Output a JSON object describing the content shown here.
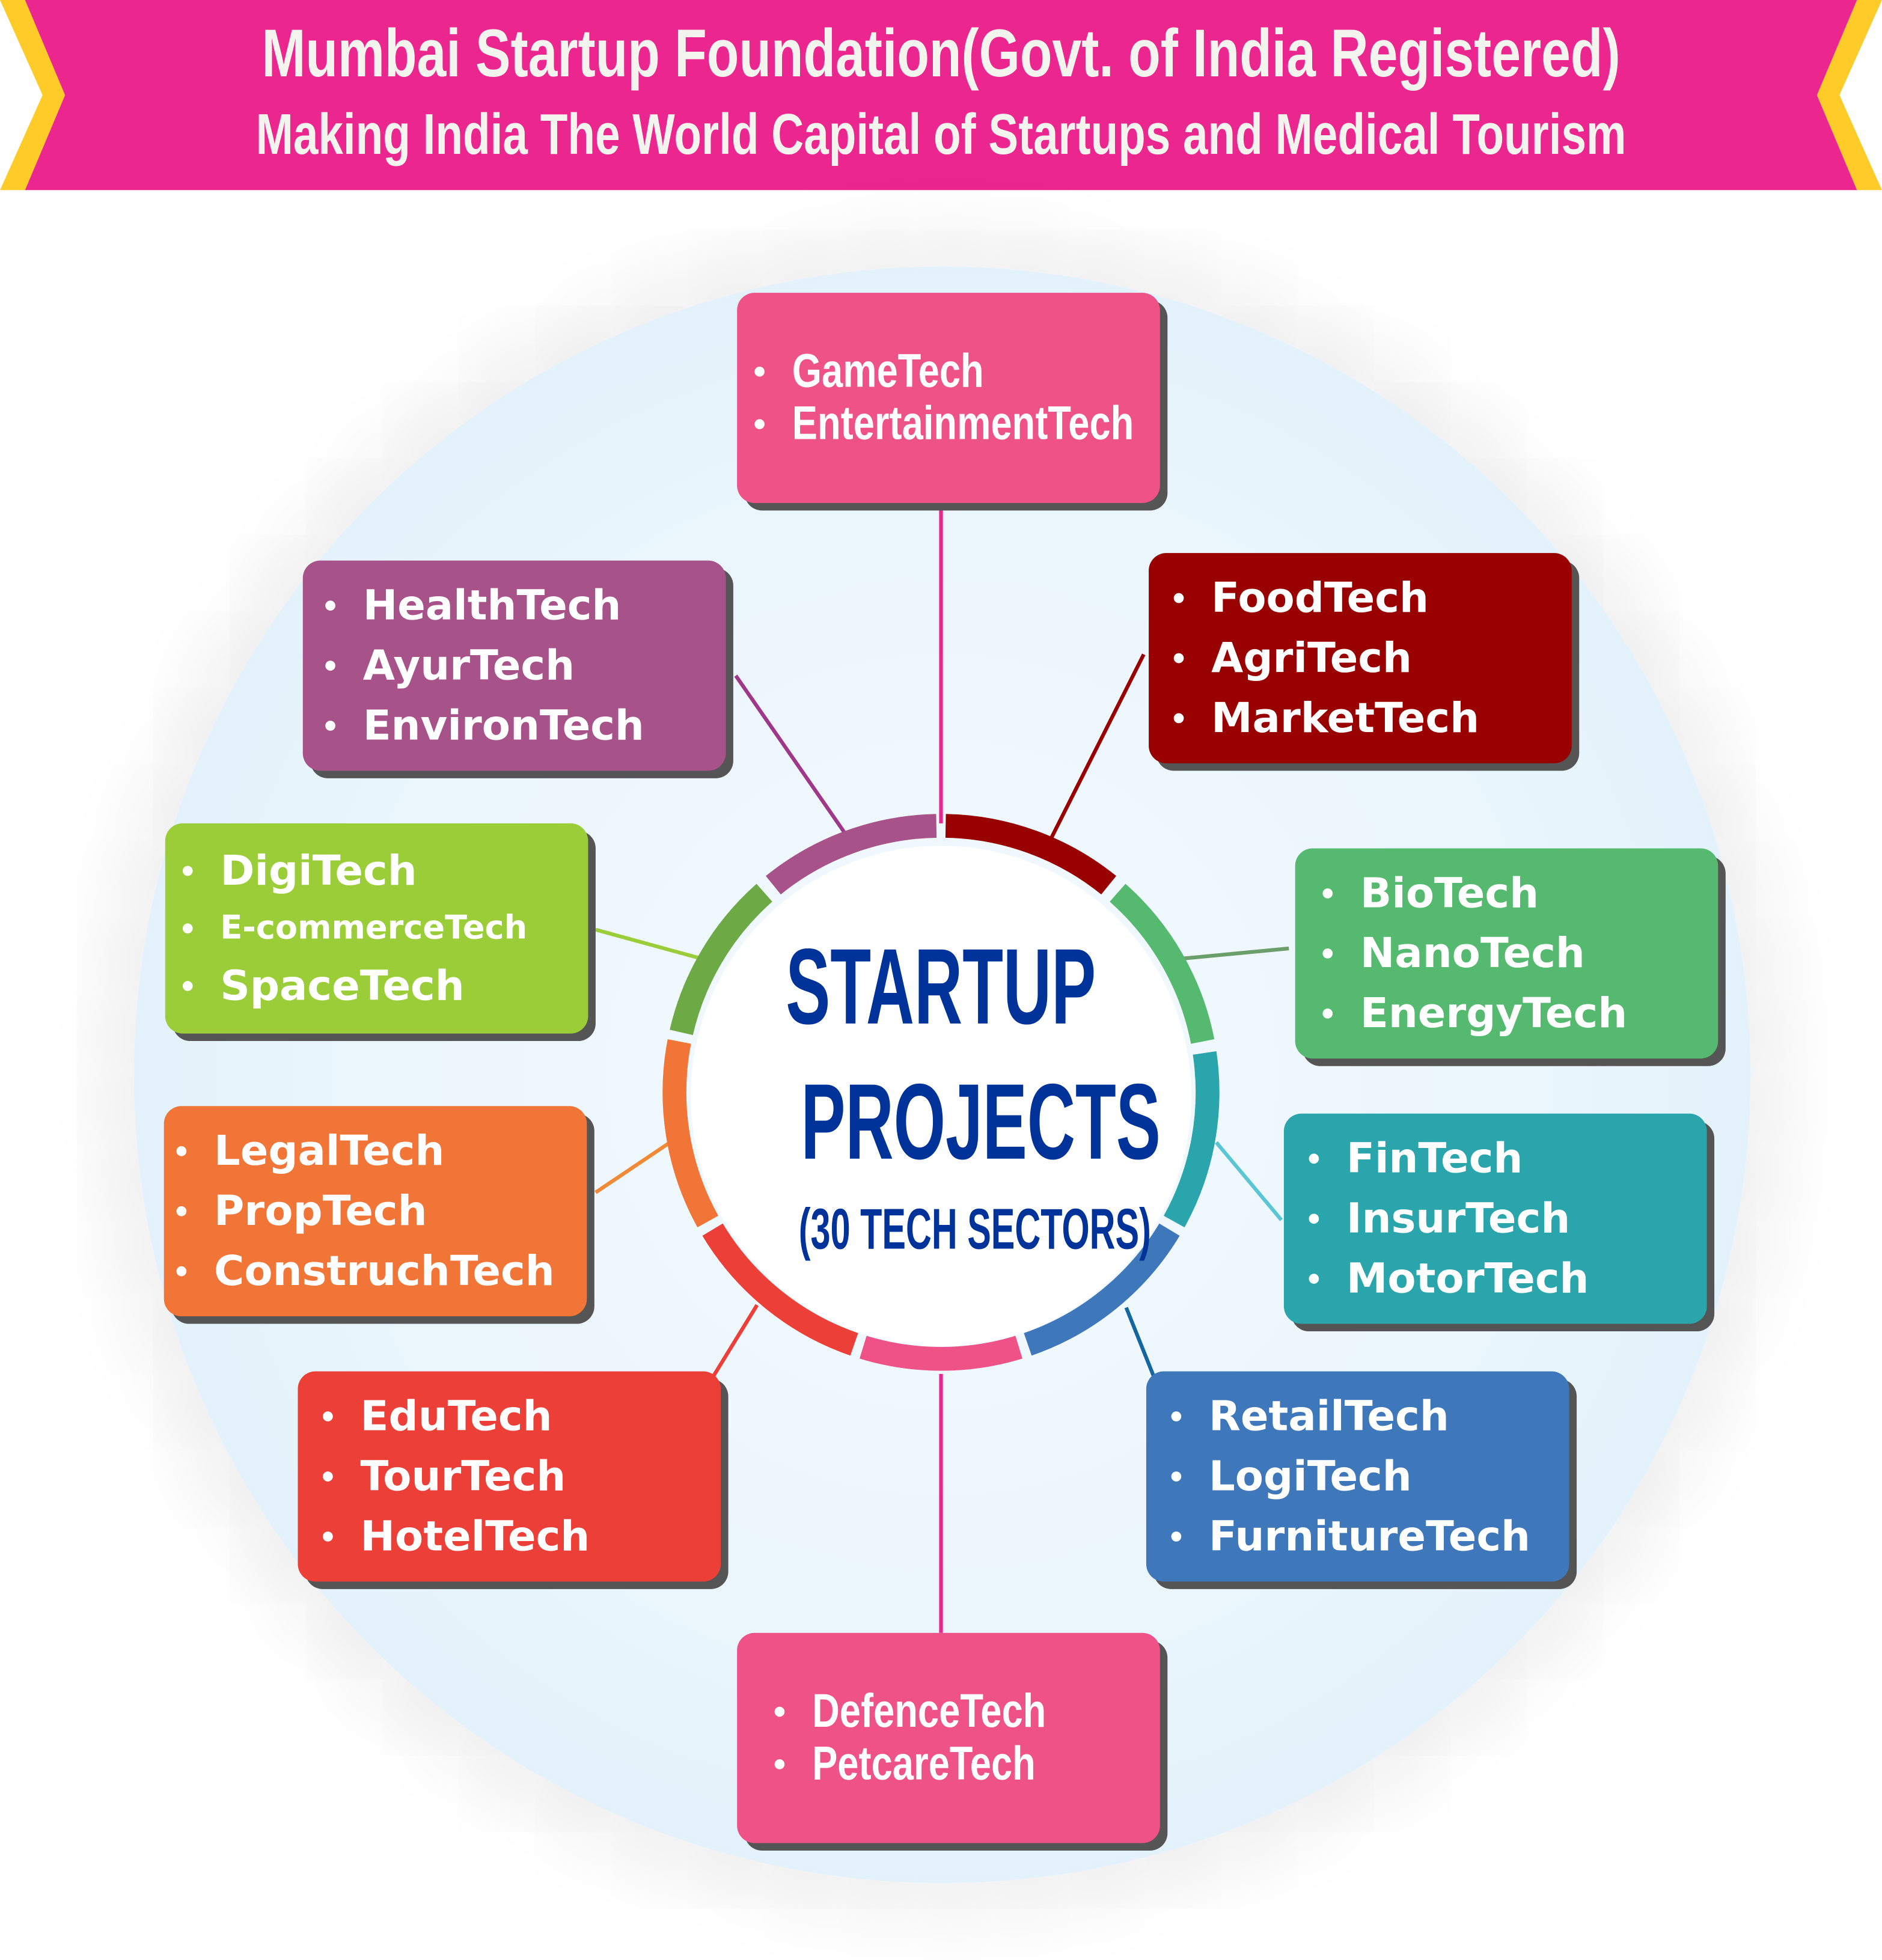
{
  "banner": {
    "title": "Mumbai Startup Foundation(Govt. of India Registered)",
    "subtitle": "Making India The World Capital  of Startups and Medical Tourism",
    "color": "#EC268F",
    "edge_color": "#FFCB29"
  },
  "center": {
    "line1": "STARTUP",
    "line2": "PROJECTS",
    "line3": "(30 TECH SECTORS)",
    "color": "#003399"
  },
  "sectors": [
    {
      "id": "top",
      "color": "#EE5287",
      "items": [
        "GameTech",
        "EntertainmentTech"
      ]
    },
    {
      "id": "health",
      "color": "#A8528A",
      "items": [
        "HealthTech",
        "AyurTech",
        "EnvironTech"
      ]
    },
    {
      "id": "food",
      "color": "#990000",
      "items": [
        "FoodTech",
        "AgriTech",
        "MarketTech"
      ]
    },
    {
      "id": "digi",
      "color": "#9ACD38",
      "items": [
        "DigiTech",
        "E-commerceTech",
        "SpaceTech"
      ]
    },
    {
      "id": "bio",
      "color": "#55B96F",
      "items": [
        "BioTech",
        "NanoTech",
        "EnergyTech"
      ]
    },
    {
      "id": "legal",
      "color": "#F07537",
      "items": [
        "LegalTech",
        "PropTech",
        "ConstruchTech"
      ]
    },
    {
      "id": "fin",
      "color": "#29A5AB",
      "items": [
        "FinTech",
        "InsurTech",
        "MotorTech"
      ]
    },
    {
      "id": "edu",
      "color": "#EC3F38",
      "items": [
        "EduTech",
        "TourTech",
        "HotelTech"
      ]
    },
    {
      "id": "retail",
      "color": "#3F78BA",
      "items": [
        "RetailTech",
        "LogiTech",
        "FurnitureTech"
      ]
    },
    {
      "id": "bottom",
      "color": "#EE5287",
      "items": [
        "DefenceTech",
        "PetcareTech"
      ]
    }
  ],
  "ring_colors": [
    "#990000",
    "#55B96F",
    "#29A5AB",
    "#3F78BA",
    "#EE5287",
    "#EC3F38",
    "#F07537",
    "#6DAA45",
    "#A8528A"
  ]
}
